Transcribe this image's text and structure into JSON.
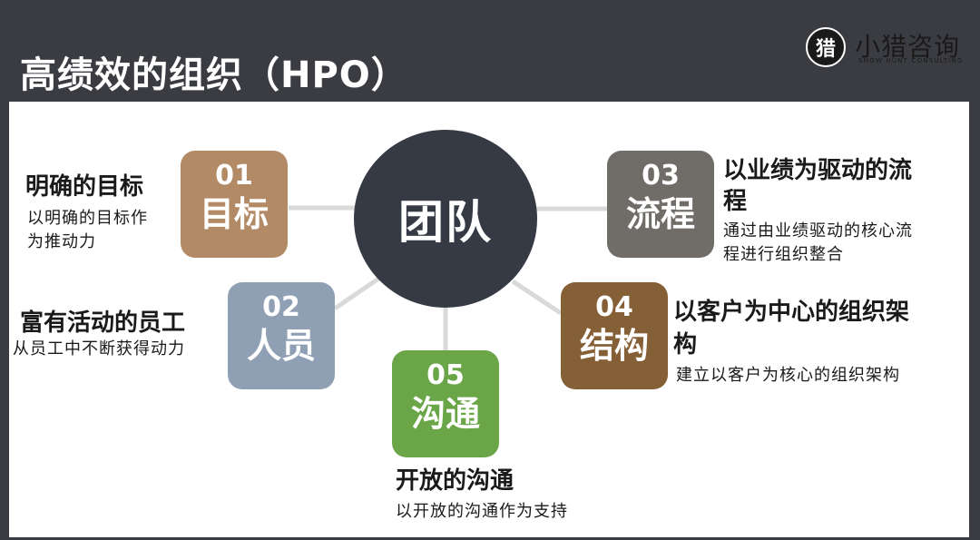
{
  "title": "高绩效的组织（HPO）",
  "logo": {
    "mark": "猎",
    "name": "小猎咨询",
    "subtitle": "SHOW HUNT CONSULTING"
  },
  "hub": {
    "label": "团队"
  },
  "items": [
    {
      "num": "01",
      "label": "目标",
      "heading": "明确的目标",
      "desc_lines": [
        "以明确的目标作",
        "为推动力"
      ],
      "color": "#b38a66"
    },
    {
      "num": "02",
      "label": "人员",
      "heading": "富有活动的员工",
      "desc_lines": [
        "从员工中不断获得动力"
      ],
      "color": "#8fa0b4"
    },
    {
      "num": "03",
      "label": "流程",
      "heading_lines": [
        "以业绩为驱动的流",
        "程"
      ],
      "desc_lines": [
        "通过由业绩驱动的核心流",
        "程进行组织整合"
      ],
      "color": "#706c68"
    },
    {
      "num": "04",
      "label": "结构",
      "heading_lines": [
        "以客户为中心的组织架",
        "构"
      ],
      "desc_lines": [
        "建立以客户为核心的组织架构"
      ],
      "color": "#855f35"
    },
    {
      "num": "05",
      "label": "沟通",
      "heading": "开放的沟通",
      "desc_lines": [
        "以开放的沟通作为支持"
      ],
      "color": "#6aa548"
    }
  ],
  "colors": {
    "background": "#3a3c42",
    "hub": "#353a44",
    "connector": "#d9d9d9"
  }
}
